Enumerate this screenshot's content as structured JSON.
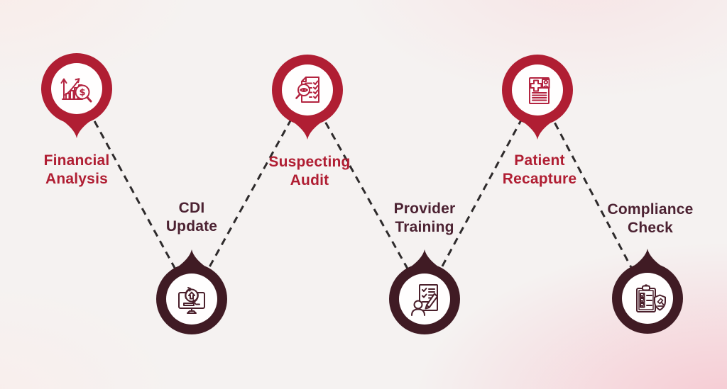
{
  "diagram": {
    "type": "zigzag-process-timeline",
    "steps": [
      {
        "label": "Financial\nAnalysis",
        "position": "top",
        "icon": "financial-analysis-icon",
        "pin_color": "#b01e33",
        "label_color": "#b01e33"
      },
      {
        "label": "CDI\nUpdate",
        "position": "bottom",
        "icon": "cdi-update-icon",
        "pin_color": "#401b24",
        "label_color": "#4c2232"
      },
      {
        "label": "Suspecting\nAudit",
        "position": "top",
        "icon": "suspecting-audit-icon",
        "pin_color": "#b01e33",
        "label_color": "#b01e33"
      },
      {
        "label": "Provider\nTraining",
        "position": "bottom",
        "icon": "provider-training-icon",
        "pin_color": "#401b24",
        "label_color": "#4c2232"
      },
      {
        "label": "Patient\nRecapture",
        "position": "top",
        "icon": "patient-recapture-icon",
        "pin_color": "#b01e33",
        "label_color": "#b01e33"
      },
      {
        "label": "Compliance\nCheck",
        "position": "bottom",
        "icon": "compliance-check-icon",
        "pin_color": "#401b24",
        "label_color": "#4c2232"
      }
    ],
    "connector": {
      "style": "dashed",
      "color": "#2e2b2c"
    },
    "colors": {
      "accent_red": "#b01e33",
      "accent_dark_maroon": "#401b24",
      "icon_red": "#b32440",
      "icon_dark": "#4a1f2b",
      "background_base": "#f5f2f1",
      "background_pink_wash": "#f6c3cd",
      "pin_inner": "#fffefe"
    }
  }
}
